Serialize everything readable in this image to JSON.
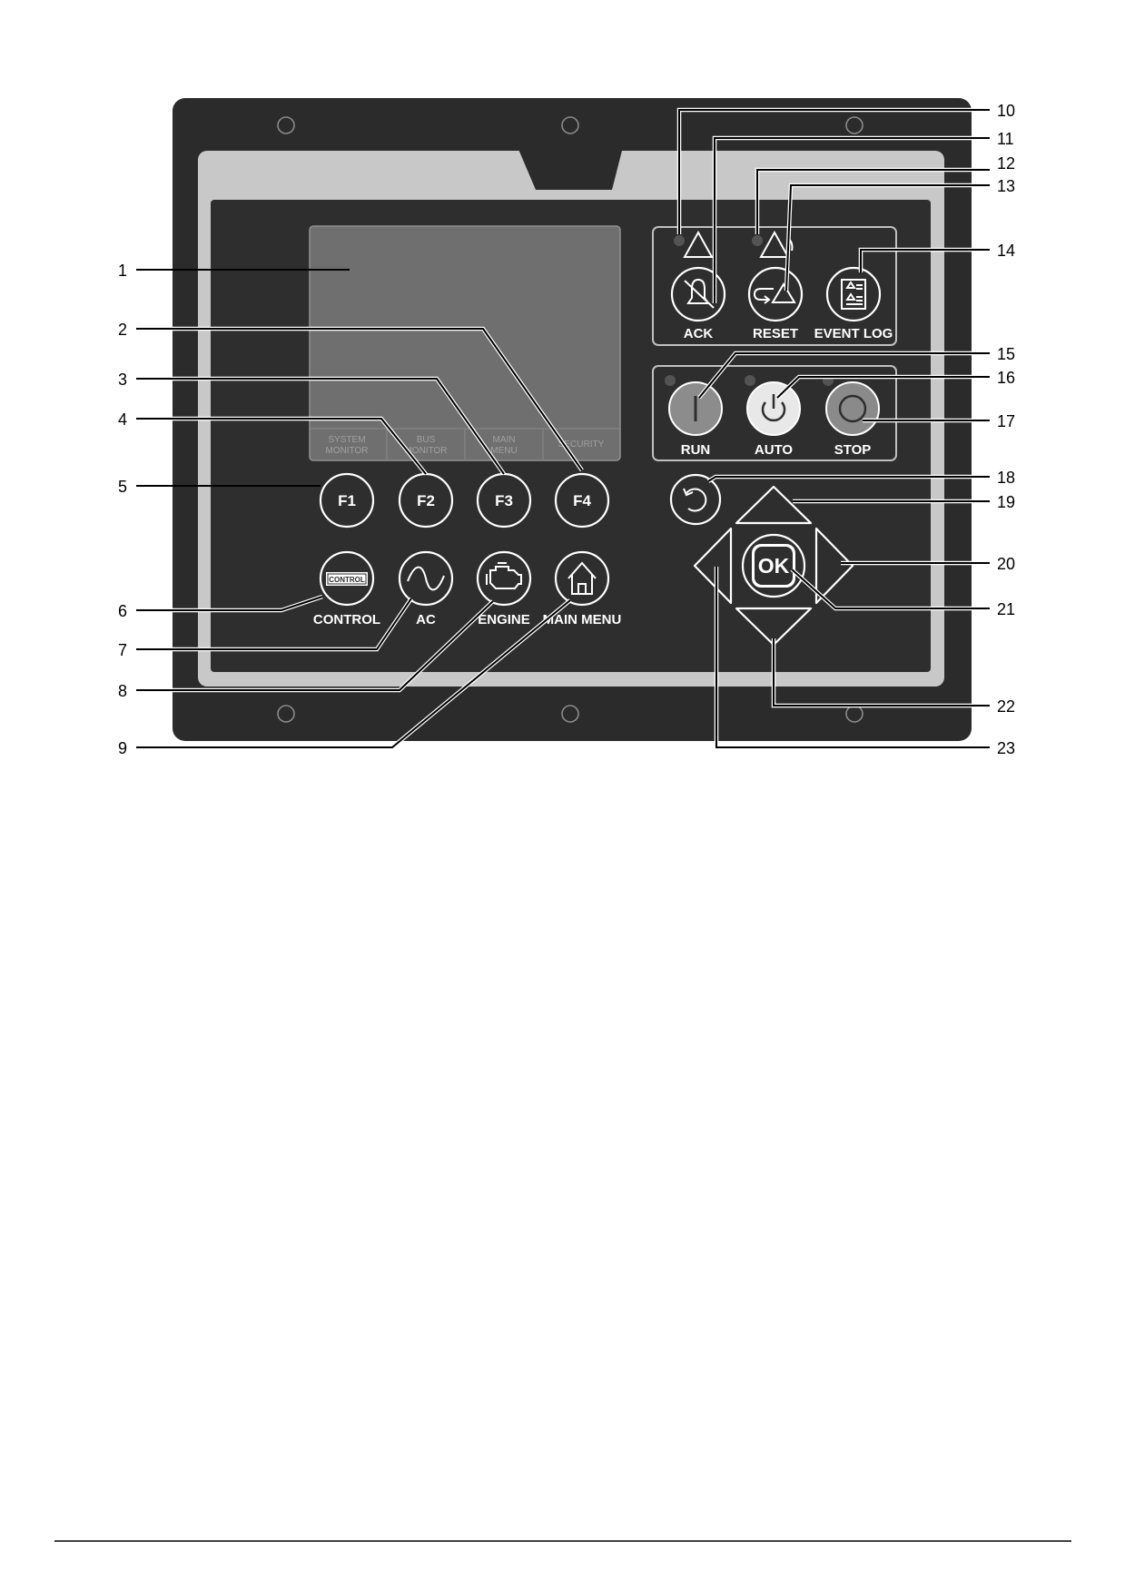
{
  "soft_keys": [
    {
      "line1": "SYSTEM",
      "line2": "MONITOR"
    },
    {
      "line1": "BUS",
      "line2": "MONITOR"
    },
    {
      "line1": "MAIN",
      "line2": "MENU"
    },
    {
      "line1": "SECURITY",
      "line2": ""
    }
  ],
  "function_keys": [
    "F1",
    "F2",
    "F3",
    "F4"
  ],
  "alarm_buttons": {
    "ack": "ACK",
    "reset": "RESET",
    "event_log": "EVENT LOG"
  },
  "mode_buttons": {
    "run": "RUN",
    "auto": "AUTO",
    "stop": "STOP"
  },
  "view_buttons": {
    "control": "CONTROL",
    "control_badge": "CONTROL",
    "ac": "AC",
    "engine": "ENGINE",
    "main_menu": "MAIN MENU"
  },
  "ok_button": "OK",
  "callouts": [
    "1",
    "2",
    "3",
    "4",
    "5",
    "6",
    "7",
    "8",
    "9",
    "10",
    "11",
    "12",
    "13",
    "14",
    "15",
    "16",
    "17",
    "18",
    "19",
    "20",
    "21",
    "22",
    "23"
  ],
  "colors": {
    "bezel": "#2b2b2b",
    "frame": "#c8c8c8",
    "face": "#2e2e2e",
    "screen": "#6f6f6f",
    "run_button": "#8c8c8c",
    "auto_button": "#e8e8e8",
    "stop_button": "#8a8a8a"
  }
}
